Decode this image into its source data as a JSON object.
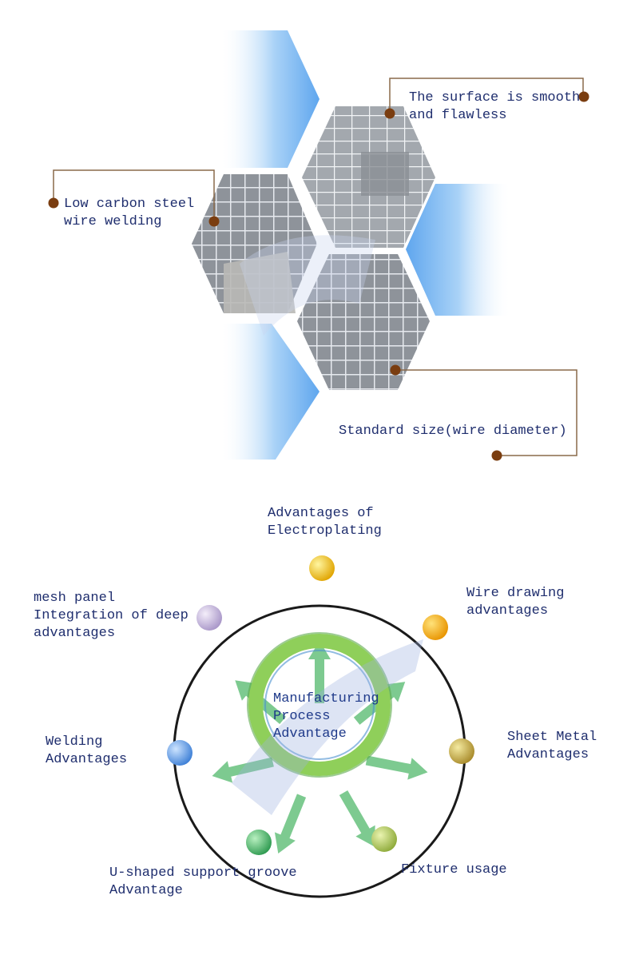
{
  "top_panel": {
    "callouts": {
      "surface": "The surface is smooth\nand flawless",
      "low_carbon": "Low carbon steel\nwire welding",
      "standard_size": "Standard size(wire diameter)"
    }
  },
  "bottom_panel": {
    "center": "Manufacturing\nProcess\nAdvantage",
    "nodes": {
      "electroplating": "Advantages of\nElectroplating",
      "wire_drawing": "Wire drawing\nadvantages",
      "sheet_metal": "Sheet Metal\nAdvantages",
      "fixture": "Fixture usage",
      "u_shaped": "U-shaped support groove\nAdvantage",
      "welding": "Welding\nAdvantages",
      "mesh_panel": "mesh panel\nIntegration of deep\nadvantages"
    }
  },
  "colors": {
    "label_text": "#1f2e6e",
    "leader_line": "#8a6a4a",
    "dot": "#7a3d10",
    "blue_chevron": "#6fb2f0",
    "ring_green": "#8fcf5a"
  }
}
